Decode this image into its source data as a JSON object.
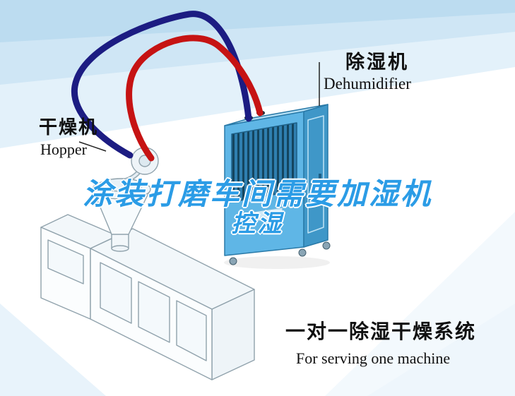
{
  "labels": {
    "dryer": {
      "cn": "干燥机",
      "en": "Hopper"
    },
    "dehumidifier": {
      "cn": "除湿机",
      "en": "Dehumidifier"
    },
    "system": {
      "cn": "一对一除湿干燥系统",
      "en": "For serving one machine"
    }
  },
  "watermark": {
    "line1": "涂装打磨车间需要加湿机",
    "line2": "控湿",
    "color": "#2b9ce6"
  },
  "colors": {
    "pipe_red": "#c61313",
    "pipe_navy": "#1c1c82",
    "dehumidifier_body": "#5fb6e6",
    "dehumidifier_side": "#3f97c8",
    "dehumidifier_top": "#b5e0f5",
    "louvre_dark": "#14455f",
    "machine_line": "#90a2ac",
    "sky_tint": "#cfe6f5",
    "text_black": "#101010"
  },
  "illustrations": [
    {
      "name": "hopper-machine-illustration",
      "desc": "isometric line drawing of extruder with hopper and blower"
    },
    {
      "name": "dehumidifier-illustration",
      "desc": "blue industrial dehumidifier cabinet with louvres and casters"
    },
    {
      "name": "pipe-navy",
      "desc": "return air hose from dehumidifier to hopper"
    },
    {
      "name": "pipe-red",
      "desc": "dry air hose from hopper to dehumidifier"
    }
  ]
}
